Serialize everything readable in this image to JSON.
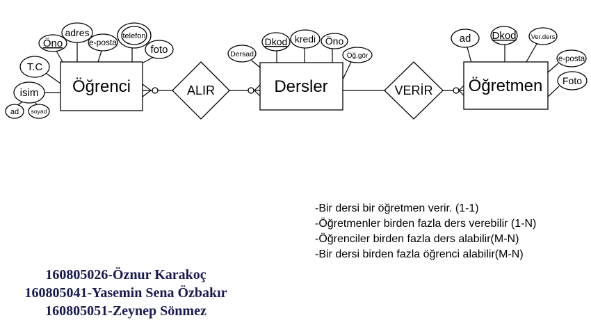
{
  "entities": {
    "ogrenci": "Öğrenci",
    "dersler": "Dersler",
    "ogretmen": "Öğretmen"
  },
  "relationships": {
    "alir": "ALIR",
    "verir": "VERİR"
  },
  "attributes": {
    "ogrenci_ono": "Öno",
    "ogrenci_adres": "adres",
    "ogrenci_eposta": "e-posta",
    "ogrenci_telefon": "telefon",
    "ogrenci_foto": "foto",
    "ogrenci_tc": "T.C",
    "ogrenci_isim": "isim",
    "ogrenci_ad": "ad",
    "ogrenci_soyad": "soyad",
    "dersler_dersad": "Dersad",
    "dersler_dkod": "Dkod",
    "dersler_kredi": "kredi",
    "dersler_ono": "Öno",
    "dersler_oggor": "Öğ.gör",
    "ogretmen_ad": "ad",
    "ogretmen_dkod": "Dkod",
    "ogretmen_verders": "Ver.ders",
    "ogretmen_eposta": "e-posta",
    "ogretmen_foto": "Foto"
  },
  "notes": [
    "-Bir dersi bir öğretmen verir. (1-1)",
    "-Öğretmenler birden fazla ders verebilir (1-N)",
    "-Öğrenciler birden fazla ders alabilir(M-N)",
    "-Bir dersi birden fazla öğrenci alabilir(M-N)"
  ],
  "credits": [
    "160805026-Öznur Karakoç",
    "160805041-Yasemin Sena Özbakır",
    "160805051-Zeynep Sönmez"
  ],
  "colors": {
    "ink": "#000000",
    "credits_text": "#1a1a52",
    "background": "#ffffff"
  }
}
